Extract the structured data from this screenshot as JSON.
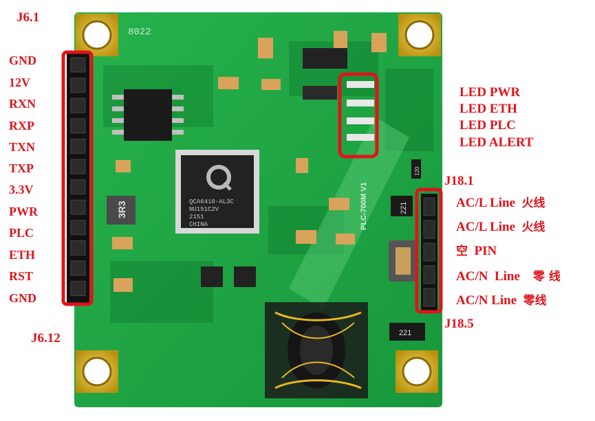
{
  "board": {
    "silkscreen": {
      "chip_line1": "QCA6410-AL3C",
      "chip_line2": "NU151C2V",
      "chip_line3": "2151",
      "chip_line4": "CHINA",
      "inductor_mark": "3R3",
      "corner_code": "8022",
      "res_1": "221",
      "res_2": "221",
      "res_3": "120",
      "edge_text": "PLC-700M V1"
    },
    "colors": {
      "pcb": "#1fa845",
      "pcb_dark": "#0d7a2c",
      "gold": "#d9b21c",
      "annotation": "#e0141b"
    }
  },
  "header_j6": {
    "start_label": "J6.1",
    "end_label": "J6.12",
    "pins": [
      "GND",
      "12V",
      "RXN",
      "RXP",
      "TXN",
      "TXP",
      "3.3V",
      "PWR",
      "PLC",
      "ETH",
      "RST",
      "GND"
    ]
  },
  "leds": [
    "LED PWR",
    "LED ETH",
    "LED PLC",
    "LED ALERT"
  ],
  "header_j18": {
    "start_label": "J18.1",
    "end_label": "J18.5",
    "pins": [
      {
        "en": "AC/L Line",
        "cn": "火线"
      },
      {
        "en": "AC/L Line",
        "cn": "火线"
      },
      {
        "en": "PIN",
        "cn": "空"
      },
      {
        "en": "AC/N  Line",
        "cn": "零 线"
      },
      {
        "en": "AC/N Line",
        "cn": "零线"
      }
    ]
  }
}
